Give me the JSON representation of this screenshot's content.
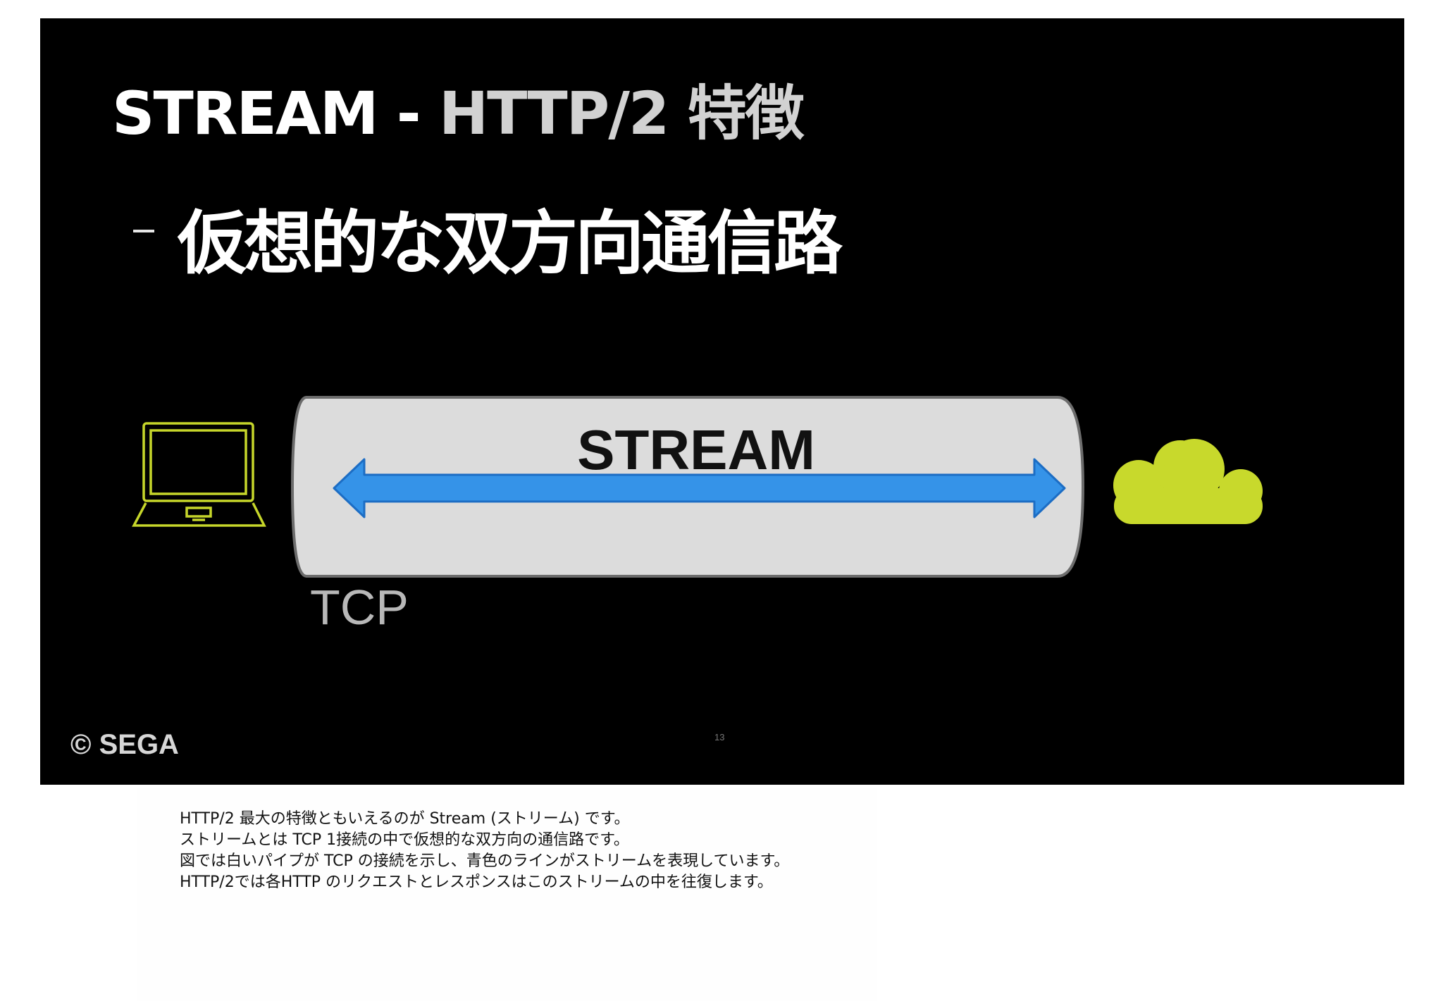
{
  "slide": {
    "title_main": "STREAM",
    "title_separator": "-",
    "title_sub": "HTTP/2 特徴",
    "bullet": "仮想的な双方向通信路",
    "stream_label": "STREAM",
    "tcp_label": "TCP",
    "copyright": "© SEGA",
    "page_number": "13",
    "colors": {
      "background": "#000000",
      "pipe": "#dcdcdc",
      "arrow": "#3593e8",
      "laptop": "#c6d62a",
      "cloud": "#c8d92c"
    },
    "icons": [
      "laptop-icon",
      "cloud-icon",
      "double-arrow-icon"
    ]
  },
  "notes": {
    "lines": [
      "HTTP/2 最大の特徴ともいえるのが Stream (ストリーム) です。",
      "ストリームとは TCP 1接続の中で仮想的な双方向の通信路です。",
      "図では白いパイプが TCP の接続を示し、青色のラインがストリームを表現しています。",
      "HTTP/2では各HTTP のリクエストとレスポンスはこのストリームの中を往復します。"
    ]
  }
}
